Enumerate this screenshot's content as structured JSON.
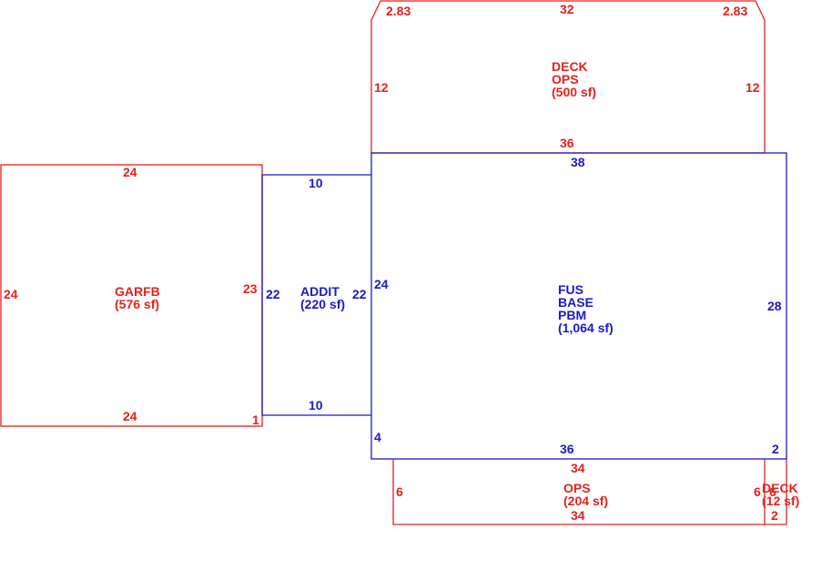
{
  "colors": {
    "existing_line": "#e8201c",
    "main_line": "#1a1ac8"
  },
  "areas": {
    "deck_top": {
      "line1": "DECK",
      "line2": "OPS",
      "area": "(500 sf)"
    },
    "garfb": {
      "line1": "GARFB",
      "area": "(576 sf)"
    },
    "addit": {
      "line1": "ADDIT",
      "area": "(220 sf)"
    },
    "fus": {
      "line1": "FUS",
      "line2": "BASE",
      "line3": "PBM",
      "area": "(1,064 sf)"
    },
    "ops_bottom": {
      "line1": "OPS",
      "area": "(204 sf)"
    },
    "deck_small": {
      "line1": "DECK",
      "area": "(12 sf)"
    }
  },
  "dimensions": {
    "deck_top": {
      "top": "32",
      "chamfer_left": "2.83",
      "chamfer_right": "2.83",
      "left": "12",
      "right": "12",
      "bottom": "36"
    },
    "garfb": {
      "top": "24",
      "bottom": "24",
      "left": "24",
      "right": "23",
      "right_small": "1"
    },
    "addit": {
      "top": "10",
      "bottom": "10",
      "left": "22",
      "right": "22"
    },
    "fus": {
      "top": "38",
      "bottom": "36",
      "left": "24",
      "left_lower": "4",
      "right": "28",
      "right_lower": "2"
    },
    "ops_bottom": {
      "top": "34",
      "bottom": "34",
      "left": "6"
    },
    "deck_small": {
      "left": "6",
      "right": "6",
      "bottom": "2"
    }
  }
}
